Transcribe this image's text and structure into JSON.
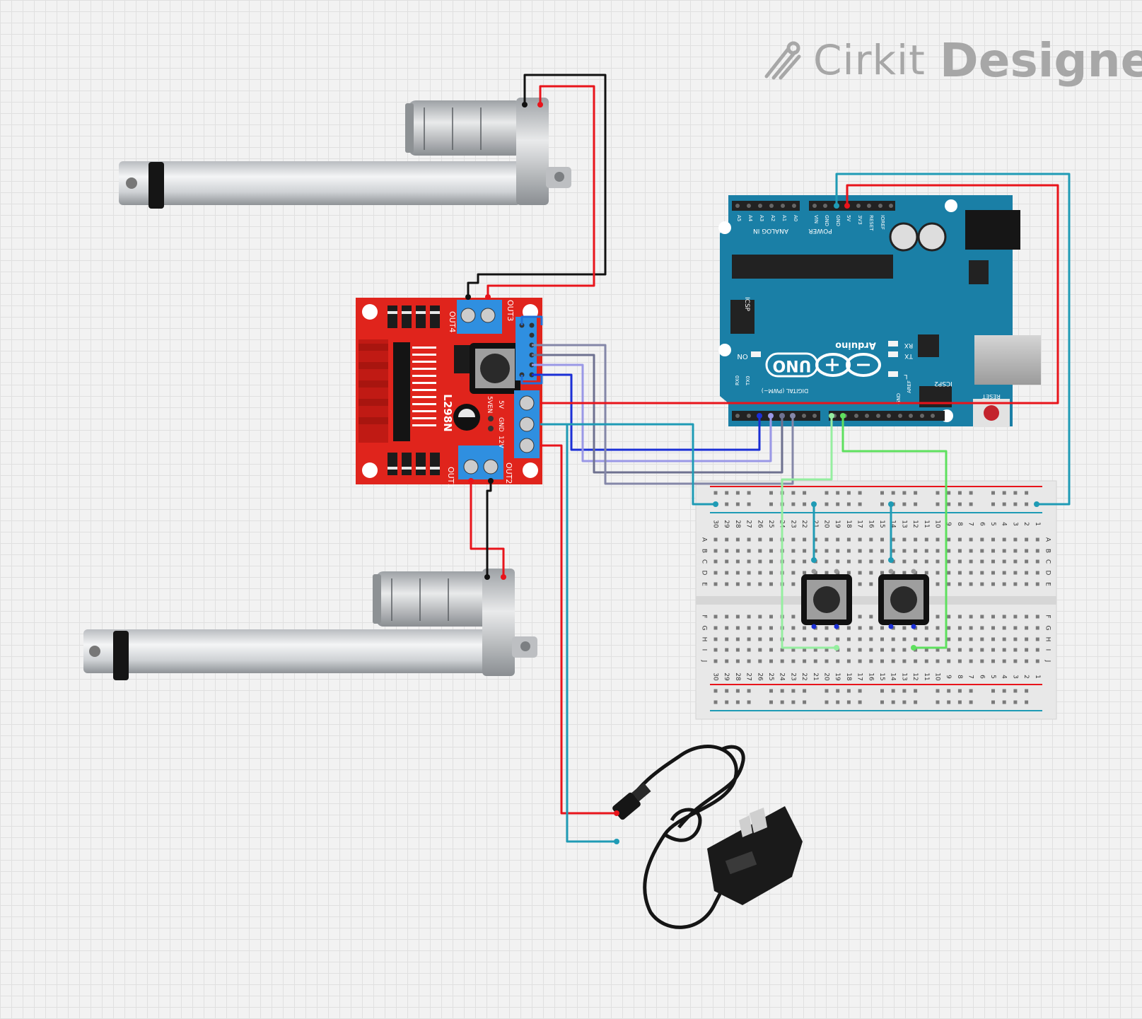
{
  "app": {
    "watermark_light": "Cirkit",
    "watermark_bold": "Designer"
  },
  "driver": {
    "chip_label": "L298N",
    "out1": "OUT1",
    "out2": "OUT2",
    "out3": "OUT3",
    "out4": "OUT4",
    "en5v": "5VEN",
    "v12": "12V",
    "gnd": "GND",
    "v5": "5V"
  },
  "arduino": {
    "brand": "Arduino",
    "model": "UNO",
    "analog_in": "ANALOG IN",
    "power": "POWER",
    "digital": "DIGITAL (PWM~)",
    "icsp": "ICSP",
    "icsp2": "ICSP2",
    "on": "ON",
    "reset": "RESET",
    "tx": "TX",
    "rx": "RX",
    "l": "L",
    "aref": "AREF",
    "gnd": "GND",
    "tx0": "TX0",
    "rx0": "RX0",
    "power_pins": [
      "IOREF",
      "RESET",
      "3V3",
      "5V",
      "GND",
      "GND",
      "VIN"
    ],
    "analog_pins": [
      "A0",
      "A1",
      "A2",
      "A3",
      "A4",
      "A5"
    ]
  },
  "breadboard": {
    "columns": [
      "30",
      "29",
      "28",
      "27",
      "26",
      "25",
      "24",
      "23",
      "22",
      "21",
      "20",
      "19",
      "18",
      "17",
      "16",
      "15",
      "14",
      "13",
      "12",
      "11",
      "10",
      "9",
      "8",
      "7",
      "6",
      "5",
      "4",
      "3",
      "2",
      "1"
    ],
    "rows_top": [
      "A",
      "B",
      "C",
      "D",
      "E"
    ],
    "rows_bottom": [
      "F",
      "G",
      "H",
      "I",
      "J"
    ]
  },
  "colors": {
    "wire_red": "#e8141b",
    "wire_black": "#111111",
    "wire_teal": "#1f9bb5",
    "wire_blue": "#1b2fd6",
    "wire_lavender": "#9a98e6",
    "wire_gray1": "#8487a8",
    "wire_gray2": "#6e7190",
    "wire_green": "#5ee05e",
    "wire_green2": "#95eea0",
    "arduino_board": "#1a7fa6",
    "driver_board": "#e0241c",
    "terminal_blue": "#2f8fe0"
  }
}
